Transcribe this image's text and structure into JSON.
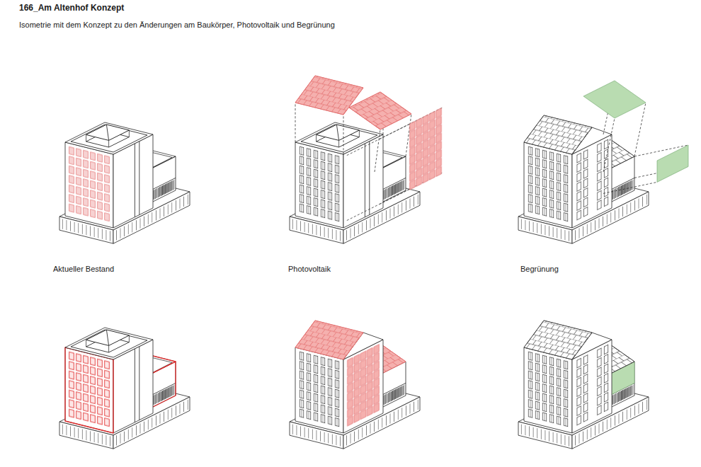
{
  "diagram": {
    "title": "166_Am Altenhof Konzept",
    "caption": "Isometrie mit dem Konzept zu den Änderungen am Baukörper, Photovoltaik und Begrünung",
    "labels": [
      "Aktueller Bestand",
      "Photovoltaik",
      "Begrünung"
    ]
  }
}
